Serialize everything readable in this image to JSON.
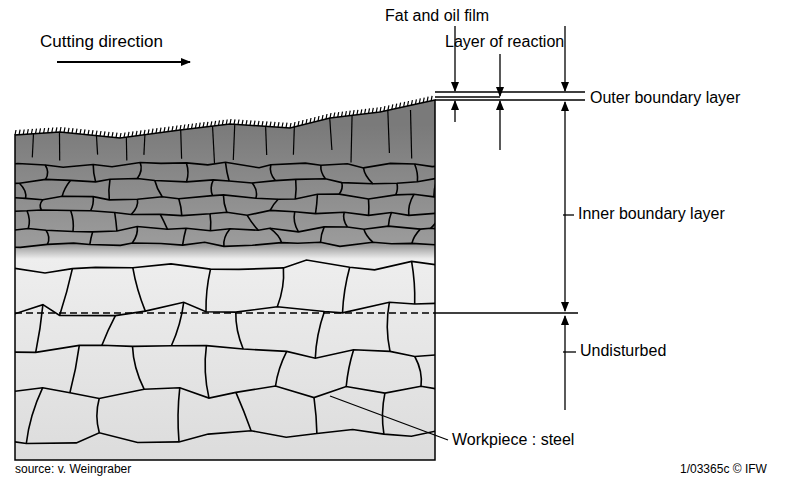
{
  "diagram": {
    "labels": [
      "Cutting direction",
      "Fat and oil film",
      "Layer of reaction",
      "Outer boundary layer",
      "Inner boundary layer",
      "Undisturbed",
      "Workpiece : steel",
      "source: v. Weingraber",
      "1/03365c © IFW"
    ]
  }
}
